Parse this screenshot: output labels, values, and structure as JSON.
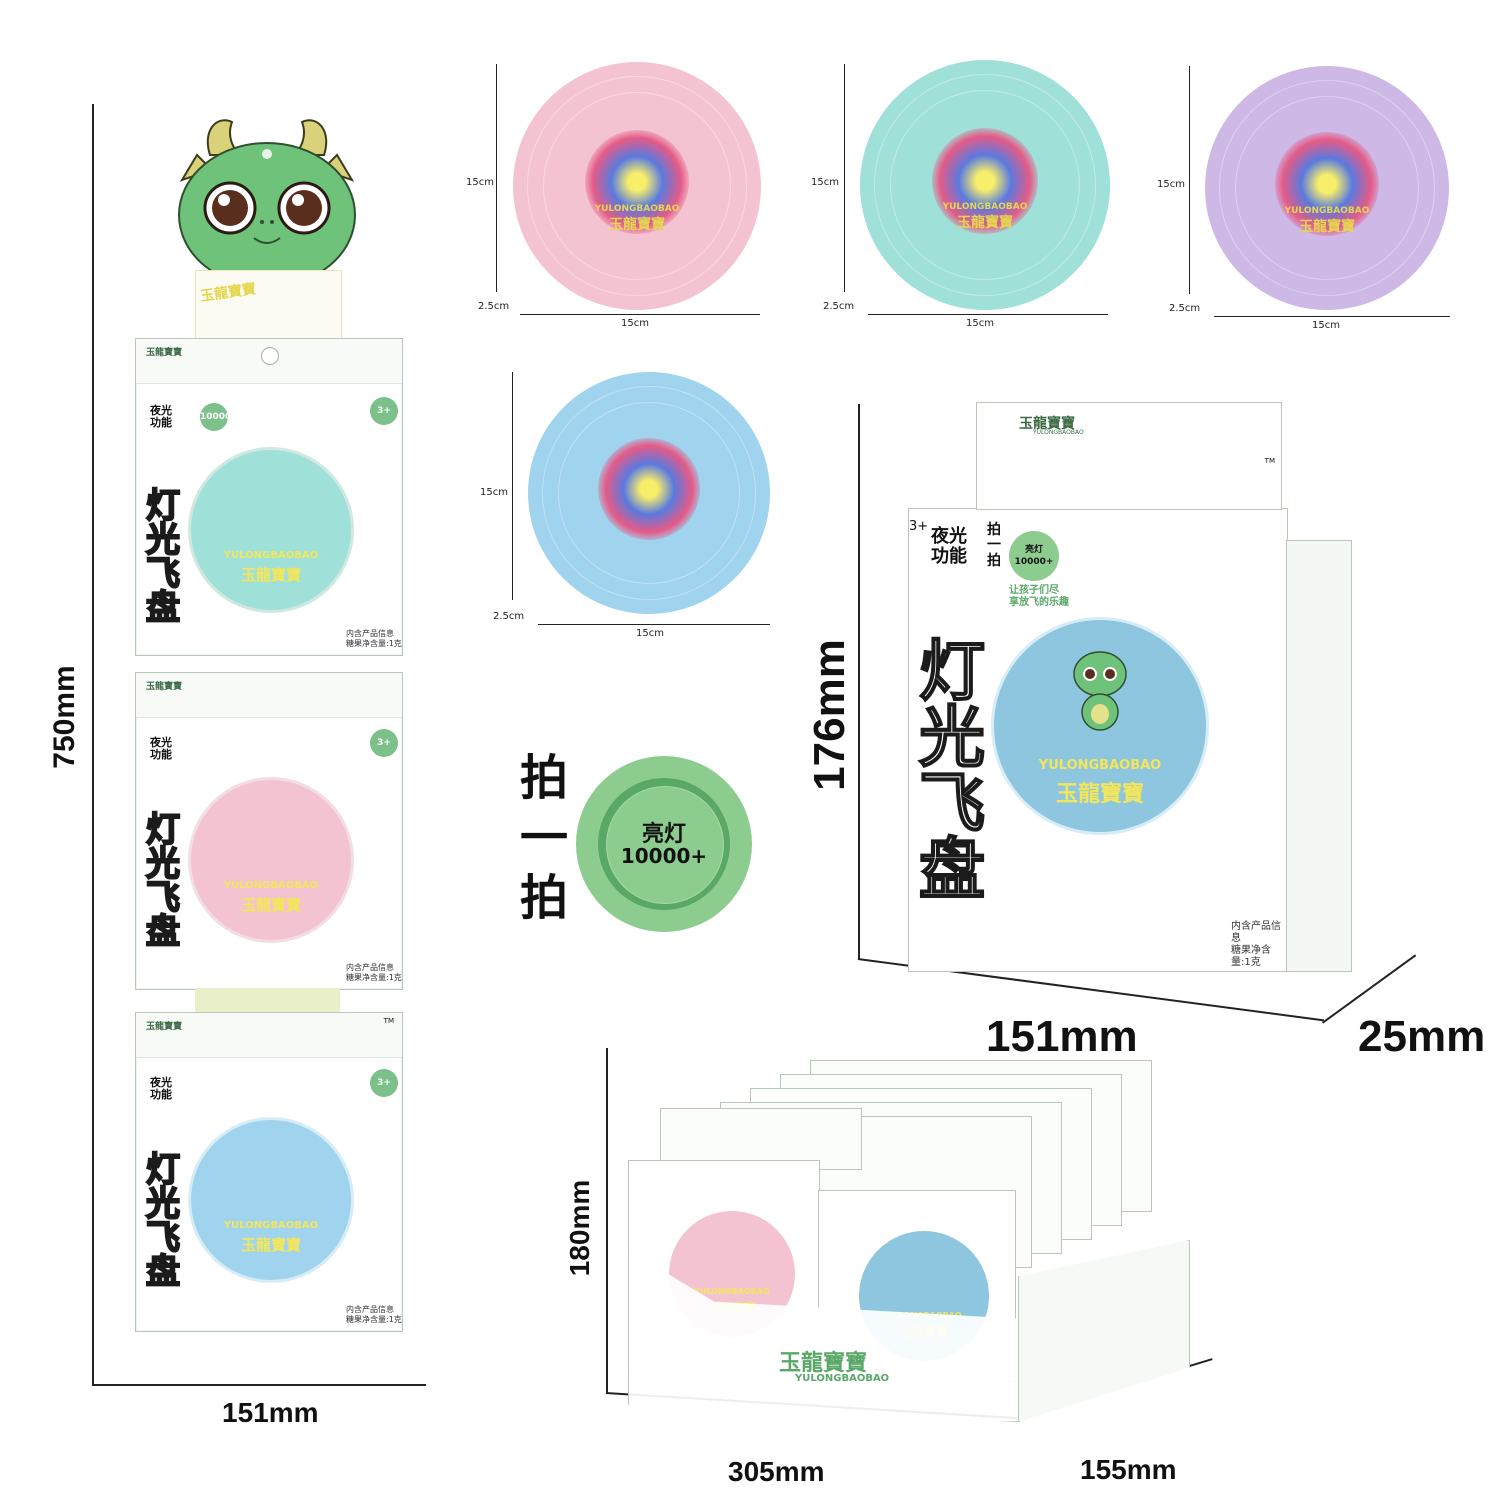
{
  "dimensions": {
    "strip_height": "750mm",
    "strip_width": "151mm",
    "box_height": "176mm",
    "box_width": "151mm",
    "box_depth": "25mm",
    "display_height": "180mm",
    "display_width": "305mm",
    "display_depth": "155mm",
    "disc_size": "15cm",
    "disc_thickness": "2.5cm"
  },
  "brand": {
    "name_cn": "玉龍寶寶",
    "name_en": "YULONGBAOBAO",
    "tm": "TM"
  },
  "product": {
    "title_chars": [
      "灯",
      "光",
      "飞",
      "盘"
    ],
    "night_glow": [
      "夜光",
      "功能"
    ],
    "tap_chars": [
      "拍",
      "一",
      "拍"
    ],
    "light_label": "亮灯",
    "light_count": "10000+",
    "age": "3+",
    "slogan_line1": "让孩子们尽",
    "slogan_line2": "享放飞的乐趣",
    "info_line1": "内含产品信息",
    "info_line2": "糖果净含量:1克"
  },
  "colors": {
    "pink": "#f4c3d2",
    "teal": "#9fe0d8",
    "lavender": "#cdb8e6",
    "sky": "#9fd3ee",
    "green_badge": "#8dcc8f",
    "mascot_green": "#6fc27a",
    "brand_text": "#e5d64f"
  },
  "discs": [
    {
      "color": "pink"
    },
    {
      "color": "teal"
    },
    {
      "color": "lavender"
    },
    {
      "color": "sky"
    }
  ]
}
